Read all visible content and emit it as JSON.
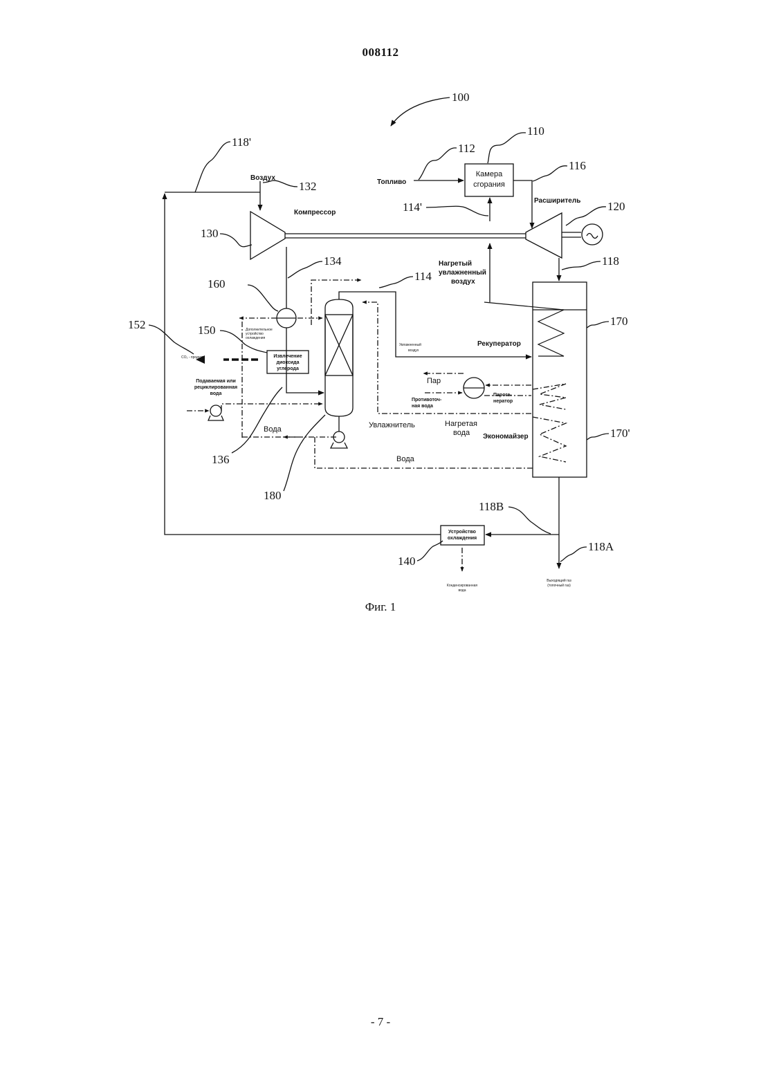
{
  "header": {
    "doc_number": "008112"
  },
  "figure": {
    "caption": "Фиг. 1",
    "refs": {
      "r100": "100",
      "r110": "110",
      "r112": "112",
      "r114": "114",
      "r114p": "114'",
      "r116": "116",
      "r118": "118",
      "r118p": "118'",
      "r118a": "118A",
      "r118b": "118B",
      "r120": "120",
      "r130": "130",
      "r132": "132",
      "r134": "134",
      "r136": "136",
      "r140": "140",
      "r150": "150",
      "r152": "152",
      "r160": "160",
      "r170": "170",
      "r170p": "170'",
      "r180": "180"
    },
    "labels": {
      "air": "Воздух",
      "compressor": "Компрессор",
      "fuel": "Топливо",
      "combustor_line1": "Камера",
      "combustor_line2": "сгорания",
      "expander": "Расширитель",
      "heated_air_line1": "Нагретый",
      "heated_air_line2": "увлажненный",
      "heated_air_line3": "воздух",
      "recuperator": "Рекуператор",
      "humidified_air_line1": "Увлажненный",
      "humidified_air_line2": "воздух",
      "steam": "Пар",
      "countercurrent_line1": "Противоточ-",
      "countercurrent_line2": "ная вода",
      "steam_gen_line1": "Пароге-",
      "steam_gen_line2": "нератор",
      "heated_water_line1": "Нагретая",
      "heated_water_line2": "вода",
      "economizer": "Экономайзер",
      "humidifier": "Увлажнитель",
      "water_upper": "Вода",
      "water_lower": "Вода",
      "co2_product": "CO₂ - продукт",
      "co2_removal_line1": "Извлечение",
      "co2_removal_line2": "диоксида",
      "co2_removal_line3": "углерода",
      "extra_cooler_line1": "Дополнительное",
      "extra_cooler_line2": "устройство",
      "extra_cooler_line3": "охлаждения",
      "feed_water_line1": "Подаваемая или",
      "feed_water_line2": "рециклированная",
      "feed_water_line3": "вода",
      "cooler_line1": "Устройство",
      "cooler_line2": "охлаждения",
      "condensed_line1": "Конденсированная",
      "condensed_line2": "вода",
      "flue_gas_line1": "Выходящий газ",
      "flue_gas_line2": "(топочный газ)"
    }
  },
  "footer": {
    "page_number": "- 7 -"
  }
}
